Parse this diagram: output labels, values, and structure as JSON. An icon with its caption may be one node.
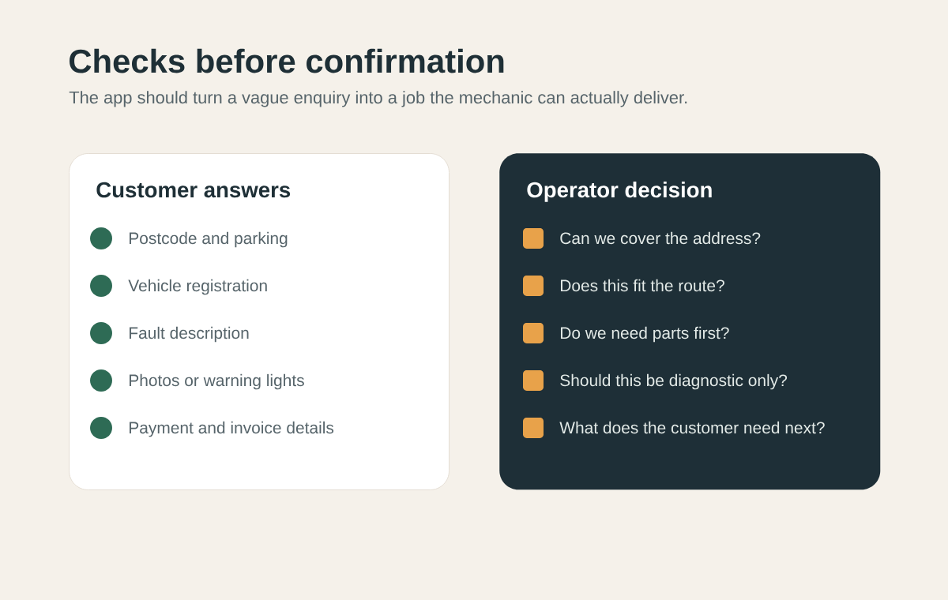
{
  "diagram": {
    "title": "Checks before confirmation",
    "nodes": [
      {
        "text": [
          "Customer answers",
          "Postcode and parking",
          "Vehicle registration",
          "Fault description",
          "Photos or warning lights",
          "Payment and invoice details"
        ]
      },
      {
        "text": [
          "Operator decision",
          "Can we cover the address?",
          "Does this fit the route?",
          "Do we need parts first?",
          "Should this be diagnostic only?",
          "What does the customer need next?"
        ]
      }
    ],
    "labels": [
      "The app should turn a vague enquiry into a job the mechanic can actually deliver."
    ]
  }
}
